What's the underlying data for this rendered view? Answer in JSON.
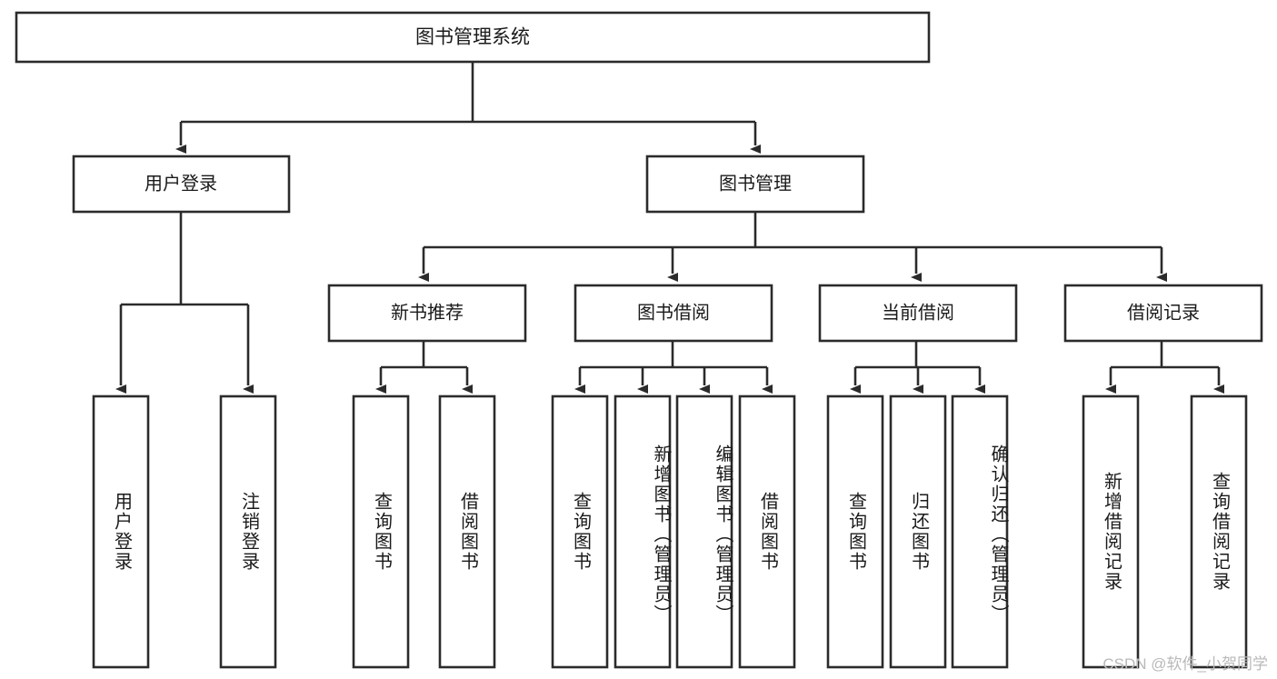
{
  "diagram": {
    "title": "图书管理系统",
    "type": "tree",
    "watermark": "CSDN @软件_小贺同学",
    "colors": {
      "background": "#ffffff",
      "box_fill": "#ffffff",
      "box_stroke": "#2b2b2b",
      "connector": "#2b2b2b",
      "text": "#1a1a1a",
      "watermark": "#b9b9b9"
    },
    "nodes": {
      "root": {
        "label": "图书管理系统"
      },
      "level2": [
        {
          "id": "user-login",
          "label": "用户登录"
        },
        {
          "id": "book-manage",
          "label": "图书管理"
        }
      ],
      "level3": [
        {
          "id": "new-book-recommend",
          "label": "新书推荐"
        },
        {
          "id": "book-borrow",
          "label": "图书借阅"
        },
        {
          "id": "current-borrow",
          "label": "当前借阅"
        },
        {
          "id": "borrow-record",
          "label": "借阅记录"
        }
      ],
      "leaves": {
        "user-login": [
          {
            "id": "leaf-user-login",
            "label": "用户登录"
          },
          {
            "id": "leaf-logout-login",
            "label": "注销登录"
          }
        ],
        "new-book-recommend": [
          {
            "id": "leaf-query-book-1",
            "label": "查询图书"
          },
          {
            "id": "leaf-borrow-book-1",
            "label": "借阅图书"
          }
        ],
        "book-borrow": [
          {
            "id": "leaf-query-book-2",
            "label": "查询图书"
          },
          {
            "id": "leaf-add-book",
            "label": "新增图书（管理员）"
          },
          {
            "id": "leaf-edit-book",
            "label": "编辑图书（管理员）"
          },
          {
            "id": "leaf-borrow-book-2",
            "label": "借阅图书"
          }
        ],
        "current-borrow": [
          {
            "id": "leaf-query-book-3",
            "label": "查询图书"
          },
          {
            "id": "leaf-return-book",
            "label": "归还图书"
          },
          {
            "id": "leaf-confirm-return",
            "label": "确认归还（管理员）"
          }
        ],
        "borrow-record": [
          {
            "id": "leaf-add-record",
            "label": "新增借阅记录"
          },
          {
            "id": "leaf-query-record",
            "label": "查询借阅记录"
          }
        ]
      }
    }
  }
}
